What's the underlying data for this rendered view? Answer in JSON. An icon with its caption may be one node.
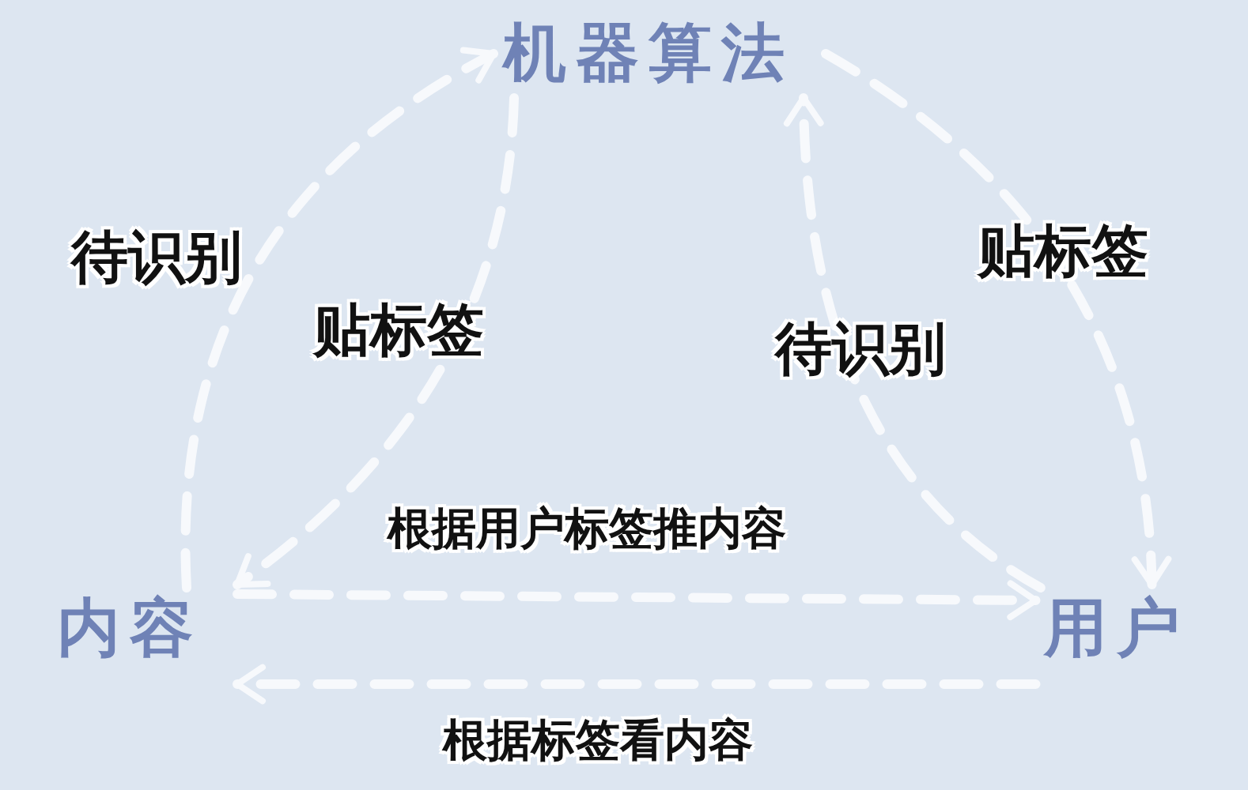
{
  "diagram": {
    "nodes": [
      {
        "text": [
          "机器算法"
        ]
      },
      {
        "text": [
          "内容"
        ]
      },
      {
        "text": [
          "用户"
        ]
      }
    ],
    "edges": [
      {
        "from": 1,
        "to": 0,
        "arrow": "to",
        "label": "待识别"
      },
      {
        "from": 0,
        "to": 1,
        "arrow": "to",
        "label": "贴标签"
      },
      {
        "from": 2,
        "to": 0,
        "arrow": "to",
        "label": "待识别"
      },
      {
        "from": 0,
        "to": 2,
        "arrow": "to",
        "label": "贴标签"
      },
      {
        "from": 1,
        "to": 2,
        "arrow": "to",
        "label": "根据用户标签推内容"
      },
      {
        "from": 2,
        "to": 1,
        "arrow": "to",
        "label": "根据标签看内容"
      }
    ]
  }
}
